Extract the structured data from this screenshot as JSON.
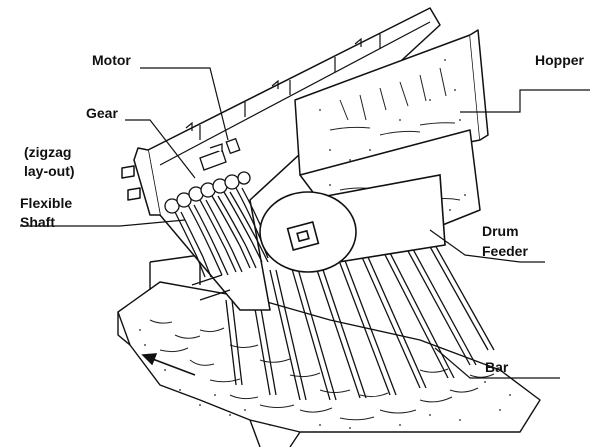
{
  "labels": {
    "motor": "Motor",
    "hopper": "Hopper",
    "gear": "Gear",
    "layout_line1": "(zigzag",
    "layout_line2": "lay-out)",
    "flexible_line1": "Flexible",
    "flexible_line2": "Shaft",
    "drum_line1": "Drum",
    "drum_line2": "Feeder",
    "bar": "Bar"
  },
  "colors": {
    "ink": "#111111",
    "paper": "#ffffff"
  }
}
